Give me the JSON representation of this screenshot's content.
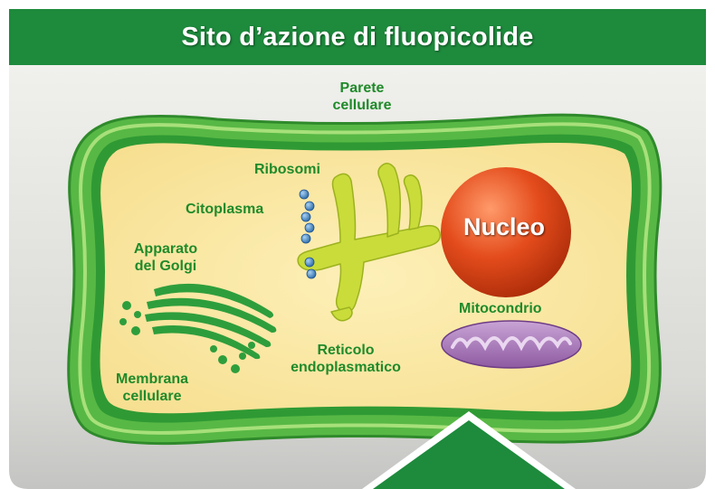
{
  "header": {
    "title": "Sito d’azione di fluopicolide"
  },
  "labels": {
    "cell_wall_line1": "Parete",
    "cell_wall_line2": "cellulare",
    "ribosomes": "Ribosomi",
    "cytoplasm": "Citoplasma",
    "golgi_line1": "Apparato",
    "golgi_line2": "del Golgi",
    "membrane_line1": "Membrana",
    "membrane_line2": "cellulare",
    "er_line1": "Reticolo",
    "er_line2": "endoplasmatico",
    "mitochondrion": "Mitocondrio",
    "nucleus": "Nucleo"
  },
  "colors": {
    "header_green": "#1d8a3c",
    "label_green": "#1f8a2a",
    "cytoplasm": "#fbe9a5",
    "cell_wall": "#58b845",
    "nucleus": "#e04a1a",
    "mitochondrion": "#a879b8",
    "er_yellow": "#c9dc3a",
    "ribosome_blue": "#3b7fc0"
  },
  "icons": [
    "cell-wall-shape",
    "nucleus-icon",
    "mitochondrion-icon",
    "golgi-icon",
    "er-icon",
    "ribosome-icon",
    "pointer-arrow-icon"
  ]
}
